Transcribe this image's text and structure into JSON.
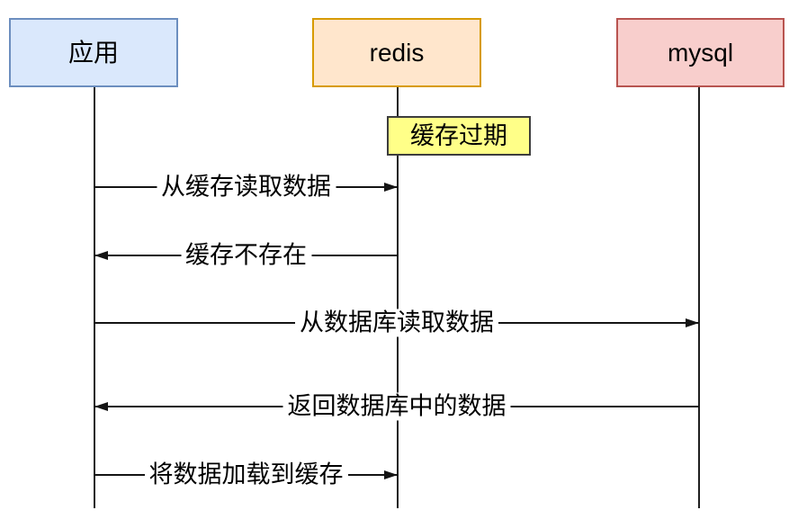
{
  "diagram": {
    "type": "sequence-diagram",
    "background_color": "#ffffff",
    "line_color": "#141414",
    "participants": [
      {
        "id": "app",
        "label": "应用",
        "fill": "#dae8fc",
        "border": "#6c8ebf"
      },
      {
        "id": "redis",
        "label": "redis",
        "fill": "#ffe6cc",
        "border": "#d79b00"
      },
      {
        "id": "mysql",
        "label": "mysql",
        "fill": "#f8cecc",
        "border": "#b85450"
      }
    ],
    "note": {
      "label": "缓存过期",
      "attached_to": "redis",
      "fill": "#ffff88",
      "border": "#3d3d3d"
    },
    "messages": [
      {
        "label": "从缓存读取数据",
        "from": "app",
        "to": "redis",
        "direction": "right"
      },
      {
        "label": "缓存不存在",
        "from": "redis",
        "to": "app",
        "direction": "left"
      },
      {
        "label": "从数据库读取数据",
        "from": "app",
        "to": "mysql",
        "direction": "right"
      },
      {
        "label": "返回数据库中的数据",
        "from": "mysql",
        "to": "app",
        "direction": "left"
      },
      {
        "label": "将数据加载到缓存",
        "from": "app",
        "to": "redis",
        "direction": "right"
      }
    ]
  }
}
